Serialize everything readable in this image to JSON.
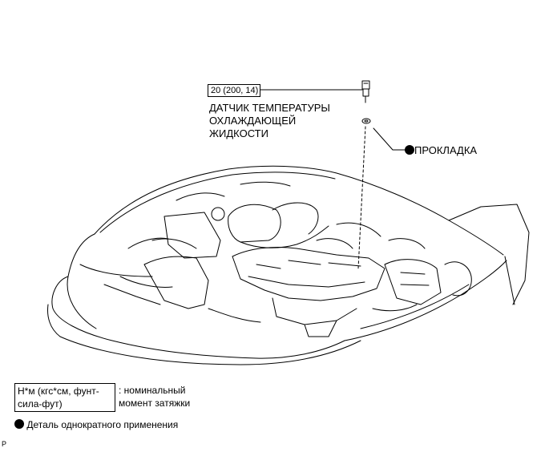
{
  "callouts": {
    "torque_spec": "20 (200, 14)",
    "sensor_label": [
      "ДАТЧИК ТЕМПЕРАТУРЫ",
      "ОХЛАЖДАЮЩЕЙ",
      "ЖИДКОСТИ"
    ],
    "gasket_label": "ПРОКЛАДКА"
  },
  "legend": {
    "torque_units": [
      "Н*м (кгс*см, фунт-",
      "сила-фут)"
    ],
    "torque_desc": [
      ": номинальный",
      "момент затяжки"
    ],
    "single_use_desc": "Деталь однократного применения"
  },
  "corner_mark": "P"
}
